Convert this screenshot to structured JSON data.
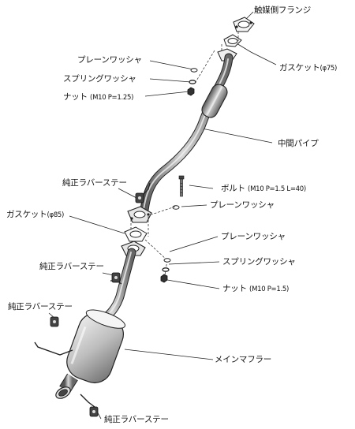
{
  "parts": {
    "catalyst_flange": {
      "name": "触媒側フランジ"
    },
    "gasket_75": {
      "name": "ガスケット",
      "spec": "(φ75)"
    },
    "plain_washer_top": {
      "name": "プレーンワッシャ"
    },
    "spring_washer_top": {
      "name": "スプリングワッシャ"
    },
    "nut_top": {
      "name": "ナット",
      "spec": "(M10 P=1.25)"
    },
    "center_pipe": {
      "name": "中間パイプ"
    },
    "rubber_stay_1": {
      "name": "純正ラバーステー"
    },
    "bolt": {
      "name": "ボルト",
      "spec": "(M10 P=1.5 L=40)"
    },
    "plain_washer_mid": {
      "name": "プレーンワッシャ"
    },
    "gasket_85": {
      "name": "ガスケット",
      "spec": "(φ85)"
    },
    "plain_washer_low": {
      "name": "プレーンワッシャ"
    },
    "rubber_stay_2": {
      "name": "純正ラバーステー"
    },
    "spring_washer_low": {
      "name": "スプリングワッシャ"
    },
    "nut_low": {
      "name": "ナット",
      "spec": "(M10 P=1.5)"
    },
    "rubber_stay_3": {
      "name": "純正ラバーステー"
    },
    "main_muffler": {
      "name": "メインマフラー"
    },
    "rubber_stay_4": {
      "name": "純正ラバーステー"
    }
  }
}
